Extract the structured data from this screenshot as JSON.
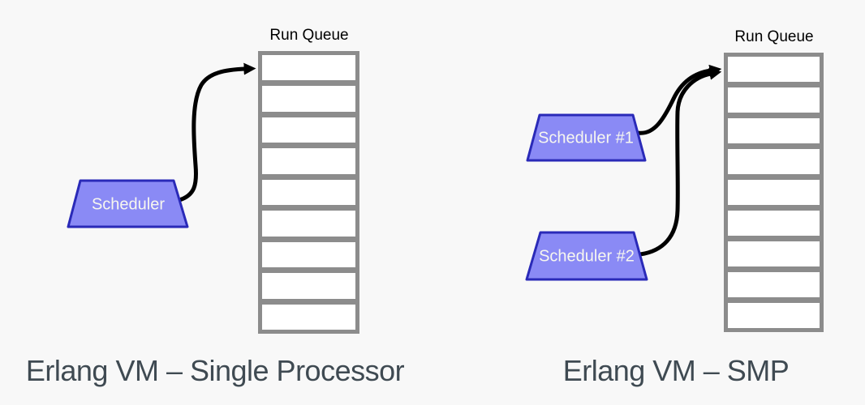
{
  "colors": {
    "bg": "#f8f8f8",
    "queue_border": "#8c8c8c",
    "cell_fill": "#ffffff",
    "trapezoid_fill": "#8a8af5",
    "trapezoid_border": "#2a2ab8",
    "arrow": "#000000",
    "caption_text": "#3f4a52",
    "diagram_label": "#000000",
    "scheduler_text": "#f7f7ef"
  },
  "left_panel": {
    "queue_label": "Run Queue",
    "queue_cell_count": 9,
    "schedulers": [
      {
        "label": "Scheduler"
      }
    ],
    "caption": "Erlang VM – Single Processor"
  },
  "right_panel": {
    "queue_label": "Run Queue",
    "queue_cell_count": 9,
    "schedulers": [
      {
        "label": "Scheduler #1"
      },
      {
        "label": "Scheduler #2"
      }
    ],
    "caption": "Erlang VM – SMP"
  }
}
